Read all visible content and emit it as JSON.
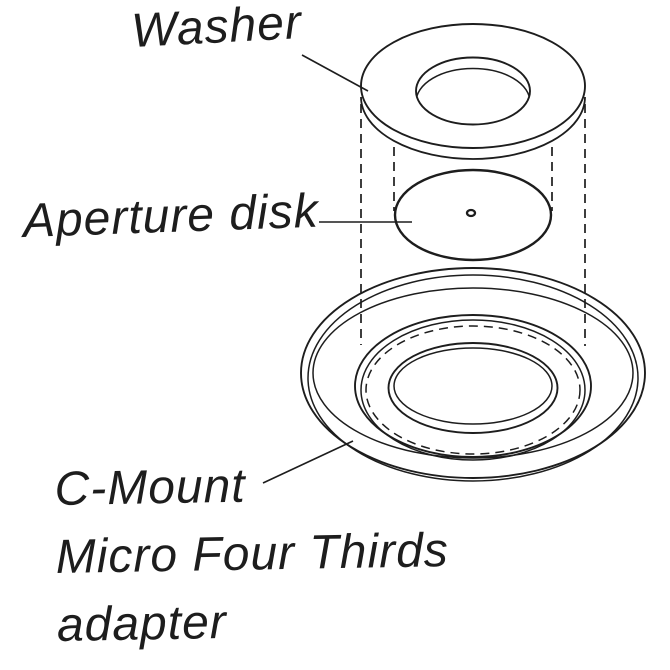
{
  "diagram": {
    "kind": "exploded-assembly-line-drawing",
    "background_color": "#ffffff",
    "ink_color": "#1d1d1d",
    "labels": {
      "washer": "Washer",
      "aperture_disk": "Aperture disk",
      "adapter": {
        "line1": "C-Mount",
        "line2": "Micro Four Thirds",
        "line3": "adapter"
      }
    },
    "parts": [
      {
        "id": "washer",
        "label": "Washer"
      },
      {
        "id": "aperture-disk",
        "label": "Aperture disk"
      },
      {
        "id": "c-mount-adapter",
        "label": "C-Mount Micro Four Thirds adapter"
      }
    ]
  }
}
